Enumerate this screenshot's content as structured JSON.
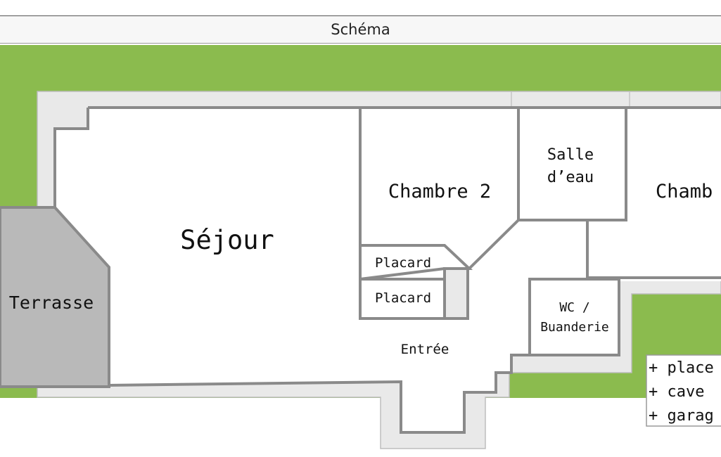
{
  "header": {
    "title": "Schéma"
  },
  "colors": {
    "garden": "#8bbb4e",
    "terrace": "#b9b9b9",
    "wall": "#8a8a8a",
    "outer_wall": "#e9e9e9",
    "room": "#ffffff"
  },
  "rooms": {
    "sejour": "Séjour",
    "terrasse": "Terrasse",
    "chambre2": "Chambre 2",
    "salle_deau_line1": "Salle",
    "salle_deau_line2": "d’eau",
    "chambre": "Chamb",
    "placard_1": "Placard",
    "placard_2": "Placard",
    "wc_line1": "WC /",
    "wc_line2": "Buanderie",
    "entree": "Entrée"
  },
  "extras": [
    "+ place",
    "+ cave",
    "+ garag"
  ]
}
